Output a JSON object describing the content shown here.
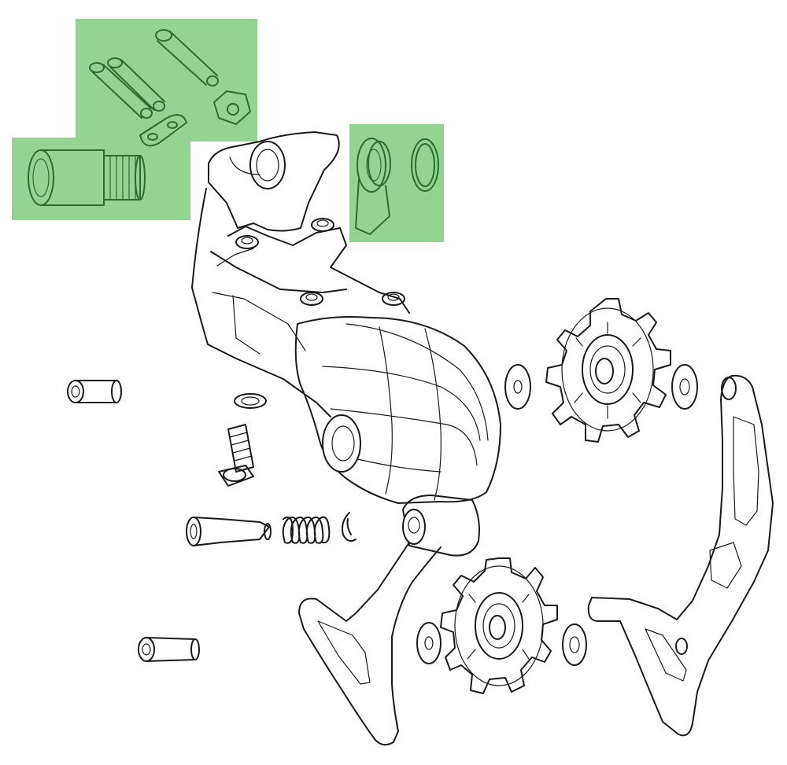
{
  "diagram": {
    "type": "exploded-parts-view",
    "subject": "rear-derailleur",
    "colors": {
      "line": "#1a1a1a",
      "background": "#ffffff",
      "highlight_fill": "#93d493",
      "highlight_line": "#2e6b2e"
    },
    "highlighted_parts": [
      "cable-anchor-bolt-kit",
      "b-bolt-hanger-bolt",
      "b-tension-limit-clip-kit"
    ]
  }
}
